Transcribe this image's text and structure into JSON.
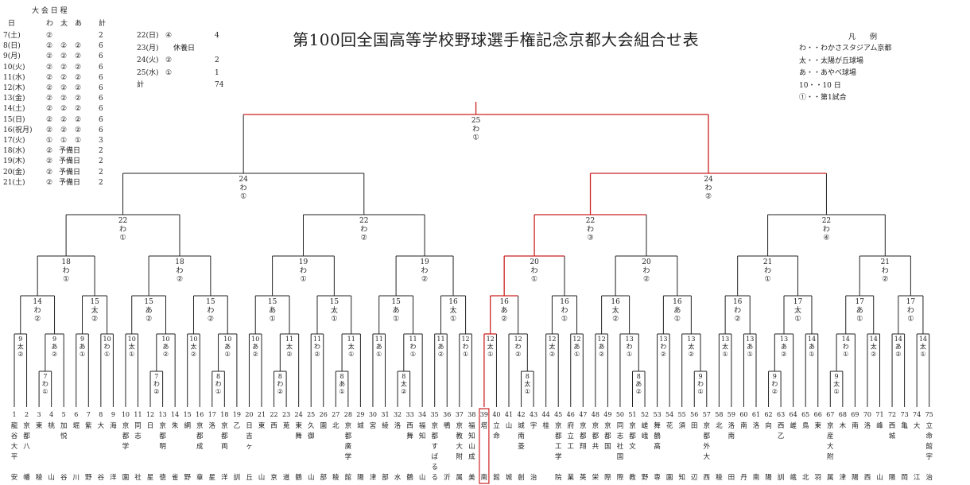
{
  "title": "第100回全国高等学校野球選手権記念京都大会組合せ表",
  "schedule": {
    "heading": "大 会 日 程",
    "columns": [
      "日",
      "わ",
      "太",
      "あ",
      "計"
    ],
    "rows": [
      {
        "day": "7(土)",
        "wa": "②",
        "ta": "",
        "a": "",
        "total": "2"
      },
      {
        "day": "8(日)",
        "wa": "②",
        "ta": "②",
        "a": "②",
        "total": "6"
      },
      {
        "day": "9(月)",
        "wa": "②",
        "ta": "②",
        "a": "②",
        "total": "6"
      },
      {
        "day": "10(火)",
        "wa": "②",
        "ta": "②",
        "a": "②",
        "total": "6"
      },
      {
        "day": "11(水)",
        "wa": "②",
        "ta": "②",
        "a": "②",
        "total": "6"
      },
      {
        "day": "12(木)",
        "wa": "②",
        "ta": "②",
        "a": "②",
        "total": "6"
      },
      {
        "day": "13(金)",
        "wa": "②",
        "ta": "②",
        "a": "②",
        "total": "6"
      },
      {
        "day": "14(土)",
        "wa": "②",
        "ta": "②",
        "a": "②",
        "total": "6"
      },
      {
        "day": "15(日)",
        "wa": "②",
        "ta": "②",
        "a": "②",
        "total": "6"
      },
      {
        "day": "16(祝月)",
        "wa": "②",
        "ta": "②",
        "a": "②",
        "total": "6"
      },
      {
        "day": "17(火)",
        "wa": "①",
        "ta": "①",
        "a": "①",
        "total": "3"
      },
      {
        "day": "18(水)",
        "wa": "②",
        "ta": "予備日",
        "a": "",
        "total": "2"
      },
      {
        "day": "19(木)",
        "wa": "②",
        "ta": "予備日",
        "a": "",
        "total": "2"
      },
      {
        "day": "20(金)",
        "wa": "②",
        "ta": "予備日",
        "a": "",
        "total": "2"
      },
      {
        "day": "21(土)",
        "wa": "②",
        "ta": "予備日",
        "a": "",
        "total": "2"
      }
    ],
    "rows2": [
      {
        "day": "22(日)",
        "g": "④",
        "note": "",
        "total": "4"
      },
      {
        "day": "23(月)",
        "g": "",
        "note": "休養日",
        "total": ""
      },
      {
        "day": "24(火)",
        "g": "②",
        "note": "",
        "total": "2"
      },
      {
        "day": "25(水)",
        "g": "①",
        "note": "",
        "total": "1"
      },
      {
        "day": "計",
        "g": "",
        "note": "",
        "total": "74"
      }
    ]
  },
  "legend": {
    "title": "凡　　例",
    "items": [
      "わ・・わかさスタジアム京都",
      "太・・太陽が丘球場",
      "あ・・あやべ球場",
      "10・・10 日",
      "①・・第1試合"
    ]
  },
  "bracket": {
    "teams": [
      {
        "n": "1",
        "top": "龍谷大平",
        "bottom": "安"
      },
      {
        "n": "2",
        "top": "京都八",
        "bottom": "幡"
      },
      {
        "n": "3",
        "top": "東",
        "bottom": "稜"
      },
      {
        "n": "4",
        "top": "桃",
        "bottom": "山"
      },
      {
        "n": "5",
        "top": "加悦",
        "bottom": "谷"
      },
      {
        "n": "6",
        "top": "堀",
        "bottom": "川"
      },
      {
        "n": "7",
        "top": "紫",
        "bottom": "野"
      },
      {
        "n": "8",
        "top": "大",
        "bottom": "谷"
      },
      {
        "n": "9",
        "top": "海",
        "bottom": "洋"
      },
      {
        "n": "10",
        "top": "京都学",
        "bottom": "園"
      },
      {
        "n": "11",
        "top": "同志",
        "bottom": "社"
      },
      {
        "n": "12",
        "top": "日",
        "bottom": "星"
      },
      {
        "n": "13",
        "top": "京都明",
        "bottom": "徳"
      },
      {
        "n": "14",
        "top": "朱",
        "bottom": "雀"
      },
      {
        "n": "15",
        "top": "網",
        "bottom": "野"
      },
      {
        "n": "16",
        "top": "京都成",
        "bottom": "章"
      },
      {
        "n": "17",
        "top": "洛",
        "bottom": "星"
      },
      {
        "n": "18",
        "top": "京都両",
        "bottom": "洋"
      },
      {
        "n": "19",
        "top": "乙",
        "bottom": "訓"
      },
      {
        "n": "20",
        "top": "日吉ヶ",
        "bottom": "丘"
      },
      {
        "n": "21",
        "top": "東",
        "bottom": "山"
      },
      {
        "n": "22",
        "top": "西",
        "bottom": "京"
      },
      {
        "n": "23",
        "top": "莵",
        "bottom": "道"
      },
      {
        "n": "24",
        "top": "東舞",
        "bottom": "鶴"
      },
      {
        "n": "25",
        "top": "久御",
        "bottom": "山"
      },
      {
        "n": "26",
        "top": "園",
        "bottom": "部"
      },
      {
        "n": "27",
        "top": "北",
        "bottom": "稜"
      },
      {
        "n": "28",
        "top": "京都廣学",
        "bottom": "館"
      },
      {
        "n": "29",
        "top": "城",
        "bottom": "陽"
      },
      {
        "n": "30",
        "top": "宮",
        "bottom": "津"
      },
      {
        "n": "31",
        "top": "綾",
        "bottom": "部"
      },
      {
        "n": "32",
        "top": "洛",
        "bottom": "水"
      },
      {
        "n": "33",
        "top": "西舞",
        "bottom": "鶴"
      },
      {
        "n": "34",
        "top": "福知",
        "bottom": "山"
      },
      {
        "n": "35",
        "top": "京都すばる",
        "bottom": "る"
      },
      {
        "n": "36",
        "top": "鴨",
        "bottom": "沂"
      },
      {
        "n": "37",
        "top": "京教大附",
        "bottom": "属"
      },
      {
        "n": "38",
        "top": "福知山成",
        "bottom": "美"
      },
      {
        "n": "39",
        "top": "塔",
        "bottom": "南"
      },
      {
        "n": "40",
        "top": "立命",
        "bottom": "館"
      },
      {
        "n": "41",
        "top": "山",
        "bottom": "城"
      },
      {
        "n": "42",
        "top": "城南菱",
        "bottom": "創"
      },
      {
        "n": "43",
        "top": "宇",
        "bottom": "治"
      },
      {
        "n": "44",
        "top": "桂",
        "bottom": ""
      },
      {
        "n": "45",
        "top": "京都工学",
        "bottom": "院"
      },
      {
        "n": "46",
        "top": "府立工",
        "bottom": "業"
      },
      {
        "n": "47",
        "top": "京都翔",
        "bottom": "英"
      },
      {
        "n": "48",
        "top": "京都共",
        "bottom": "栄"
      },
      {
        "n": "49",
        "top": "京都国",
        "bottom": "際"
      },
      {
        "n": "50",
        "top": "同志社国",
        "bottom": "際"
      },
      {
        "n": "51",
        "top": "京都文",
        "bottom": "教"
      },
      {
        "n": "52",
        "top": "嵯峨",
        "bottom": "野"
      },
      {
        "n": "53",
        "top": "舞鶴高",
        "bottom": "専"
      },
      {
        "n": "54",
        "top": "花",
        "bottom": "園"
      },
      {
        "n": "55",
        "top": "須",
        "bottom": "知"
      },
      {
        "n": "56",
        "top": "田",
        "bottom": "辺"
      },
      {
        "n": "57",
        "top": "京都外大",
        "bottom": "西"
      },
      {
        "n": "58",
        "top": "北",
        "bottom": "稜"
      },
      {
        "n": "59",
        "top": "洛南",
        "bottom": "田"
      },
      {
        "n": "60",
        "top": "南",
        "bottom": "丹"
      },
      {
        "n": "61",
        "top": "洛",
        "bottom": "南"
      },
      {
        "n": "62",
        "top": "向",
        "bottom": "陽"
      },
      {
        "n": "63",
        "top": "西乙",
        "bottom": "訓"
      },
      {
        "n": "64",
        "top": "嵯",
        "bottom": "峨"
      },
      {
        "n": "65",
        "top": "鳥",
        "bottom": "北"
      },
      {
        "n": "66",
        "top": "東",
        "bottom": "羽"
      },
      {
        "n": "67",
        "top": "京産大附",
        "bottom": "属"
      },
      {
        "n": "68",
        "top": "木",
        "bottom": "津"
      },
      {
        "n": "69",
        "top": "南",
        "bottom": "陽"
      },
      {
        "n": "70",
        "top": "洛",
        "bottom": "西"
      },
      {
        "n": "71",
        "top": "峰",
        "bottom": "山"
      },
      {
        "n": "72",
        "top": "西城",
        "bottom": "陽"
      },
      {
        "n": "73",
        "top": "亀",
        "bottom": "岡"
      },
      {
        "n": "74",
        "top": "大",
        "bottom": "江"
      },
      {
        "n": "75",
        "top": "立命館宇",
        "bottom": "治"
      }
    ],
    "matches": [
      {
        "id": "m9a",
        "d": "9",
        "v": "太",
        "g": "②"
      },
      {
        "id": "m9b",
        "d": "9",
        "v": "あ",
        "g": "②"
      },
      {
        "id": "m7",
        "d": "7",
        "v": "わ",
        "g": "①"
      },
      {
        "id": "m9c",
        "d": "9",
        "v": "あ",
        "g": "①"
      },
      {
        "id": "m10a",
        "d": "10",
        "v": "わ",
        "g": "①"
      },
      {
        "id": "m10b",
        "d": "10",
        "v": "太",
        "g": "①"
      },
      {
        "id": "m10c",
        "d": "10",
        "v": "あ",
        "g": "②"
      },
      {
        "id": "m7b",
        "d": "7",
        "v": "わ",
        "g": "②"
      },
      {
        "id": "m10d",
        "d": "10",
        "v": "太",
        "g": "②"
      },
      {
        "id": "m8a",
        "d": "8",
        "v": "わ",
        "g": "①"
      },
      {
        "id": "m10e",
        "d": "10",
        "v": "あ",
        "g": "①"
      },
      {
        "id": "m10f",
        "d": "10",
        "v": "あ",
        "g": "②"
      },
      {
        "id": "m11a",
        "d": "11",
        "v": "太",
        "g": "②"
      },
      {
        "id": "m8b",
        "d": "8",
        "v": "わ",
        "g": "②"
      },
      {
        "id": "m11b",
        "d": "11",
        "v": "わ",
        "g": "②"
      },
      {
        "id": "m8c",
        "d": "8",
        "v": "あ",
        "g": "①"
      },
      {
        "id": "m11c",
        "d": "11",
        "v": "太",
        "g": "①"
      },
      {
        "id": "m11d",
        "d": "11",
        "v": "あ",
        "g": "①"
      },
      {
        "id": "m11e",
        "d": "11",
        "v": "わ",
        "g": "①"
      },
      {
        "id": "m8d",
        "d": "8",
        "v": "太",
        "g": "②"
      },
      {
        "id": "m11f",
        "d": "11",
        "v": "あ",
        "g": "②"
      },
      {
        "id": "m12a",
        "d": "12",
        "v": "わ",
        "g": "①"
      },
      {
        "id": "m12b",
        "d": "12",
        "v": "太",
        "g": "①"
      },
      {
        "id": "m12c",
        "d": "12",
        "v": "わ",
        "g": "②"
      },
      {
        "id": "m8e",
        "d": "8",
        "v": "太",
        "g": "①"
      },
      {
        "id": "m12d",
        "d": "12",
        "v": "太",
        "g": "②"
      },
      {
        "id": "m12e",
        "d": "12",
        "v": "あ",
        "g": "①"
      },
      {
        "id": "m12f",
        "d": "12",
        "v": "あ",
        "g": "②"
      },
      {
        "id": "m13a",
        "d": "13",
        "v": "わ",
        "g": "①"
      },
      {
        "id": "m8f",
        "d": "8",
        "v": "あ",
        "g": "②"
      },
      {
        "id": "m13b",
        "d": "13",
        "v": "わ",
        "g": "②"
      },
      {
        "id": "m13c",
        "d": "13",
        "v": "太",
        "g": "②"
      },
      {
        "id": "m9d",
        "d": "9",
        "v": "わ",
        "g": "①"
      },
      {
        "id": "m13d",
        "d": "13",
        "v": "太",
        "g": "①"
      },
      {
        "id": "m13e",
        "d": "13",
        "v": "あ",
        "g": "①"
      },
      {
        "id": "m13f",
        "d": "13",
        "v": "あ",
        "g": "②"
      },
      {
        "id": "m9e",
        "d": "9",
        "v": "わ",
        "g": "②"
      },
      {
        "id": "m14a",
        "d": "14",
        "v": "あ",
        "g": "①"
      },
      {
        "id": "m14b",
        "d": "14",
        "v": "わ",
        "g": "①"
      },
      {
        "id": "m9f",
        "d": "9",
        "v": "太",
        "g": "①"
      },
      {
        "id": "m14c",
        "d": "14",
        "v": "太",
        "g": "②"
      },
      {
        "id": "m14d",
        "d": "14",
        "v": "あ",
        "g": "②"
      },
      {
        "id": "m14e",
        "d": "14",
        "v": "太",
        "g": "①"
      },
      {
        "id": "r14a",
        "d": "14",
        "v": "わ",
        "g": "②"
      },
      {
        "id": "r15a",
        "d": "15",
        "v": "太",
        "g": "②"
      },
      {
        "id": "r15b",
        "d": "15",
        "v": "あ",
        "g": "②"
      },
      {
        "id": "r15c",
        "d": "15",
        "v": "わ",
        "g": "②"
      },
      {
        "id": "r15d",
        "d": "15",
        "v": "あ",
        "g": "①"
      },
      {
        "id": "r15e",
        "d": "15",
        "v": "太",
        "g": "①"
      },
      {
        "id": "r15f",
        "d": "15",
        "v": "あ",
        "g": "①"
      },
      {
        "id": "r16a",
        "d": "16",
        "v": "太",
        "g": "①"
      },
      {
        "id": "r16b",
        "d": "16",
        "v": "あ",
        "g": "②"
      },
      {
        "id": "r16c",
        "d": "16",
        "v": "わ",
        "g": "①"
      },
      {
        "id": "r16d",
        "d": "16",
        "v": "太",
        "g": "②"
      },
      {
        "id": "r16e",
        "d": "16",
        "v": "あ",
        "g": "①"
      },
      {
        "id": "r16f",
        "d": "16",
        "v": "わ",
        "g": "②"
      },
      {
        "id": "r17a",
        "d": "17",
        "v": "太",
        "g": "①"
      },
      {
        "id": "r17b",
        "d": "17",
        "v": "あ",
        "g": "①"
      },
      {
        "id": "r17c",
        "d": "17",
        "v": "わ",
        "g": "①"
      },
      {
        "id": "q18a",
        "d": "18",
        "v": "わ",
        "g": "①"
      },
      {
        "id": "q18b",
        "d": "18",
        "v": "わ",
        "g": "②"
      },
      {
        "id": "q19a",
        "d": "19",
        "v": "わ",
        "g": "①"
      },
      {
        "id": "q19b",
        "d": "19",
        "v": "わ",
        "g": "②"
      },
      {
        "id": "q20a",
        "d": "20",
        "v": "わ",
        "g": "①"
      },
      {
        "id": "q20b",
        "d": "20",
        "v": "わ",
        "g": "②"
      },
      {
        "id": "q21a",
        "d": "21",
        "v": "わ",
        "g": "①"
      },
      {
        "id": "q21b",
        "d": "21",
        "v": "わ",
        "g": "②"
      },
      {
        "id": "s22a",
        "d": "22",
        "v": "わ",
        "g": "①"
      },
      {
        "id": "s22b",
        "d": "22",
        "v": "わ",
        "g": "②"
      },
      {
        "id": "s22c",
        "d": "22",
        "v": "わ",
        "g": "③"
      },
      {
        "id": "s22d",
        "d": "22",
        "v": "わ",
        "g": "④"
      },
      {
        "id": "f24a",
        "d": "24",
        "v": "わ",
        "g": "①"
      },
      {
        "id": "f24b",
        "d": "24",
        "v": "わ",
        "g": "②"
      },
      {
        "id": "final",
        "d": "25",
        "v": "わ",
        "g": "①"
      }
    ]
  },
  "colors": {
    "line": "#222222",
    "highlight": "#cc2222"
  }
}
